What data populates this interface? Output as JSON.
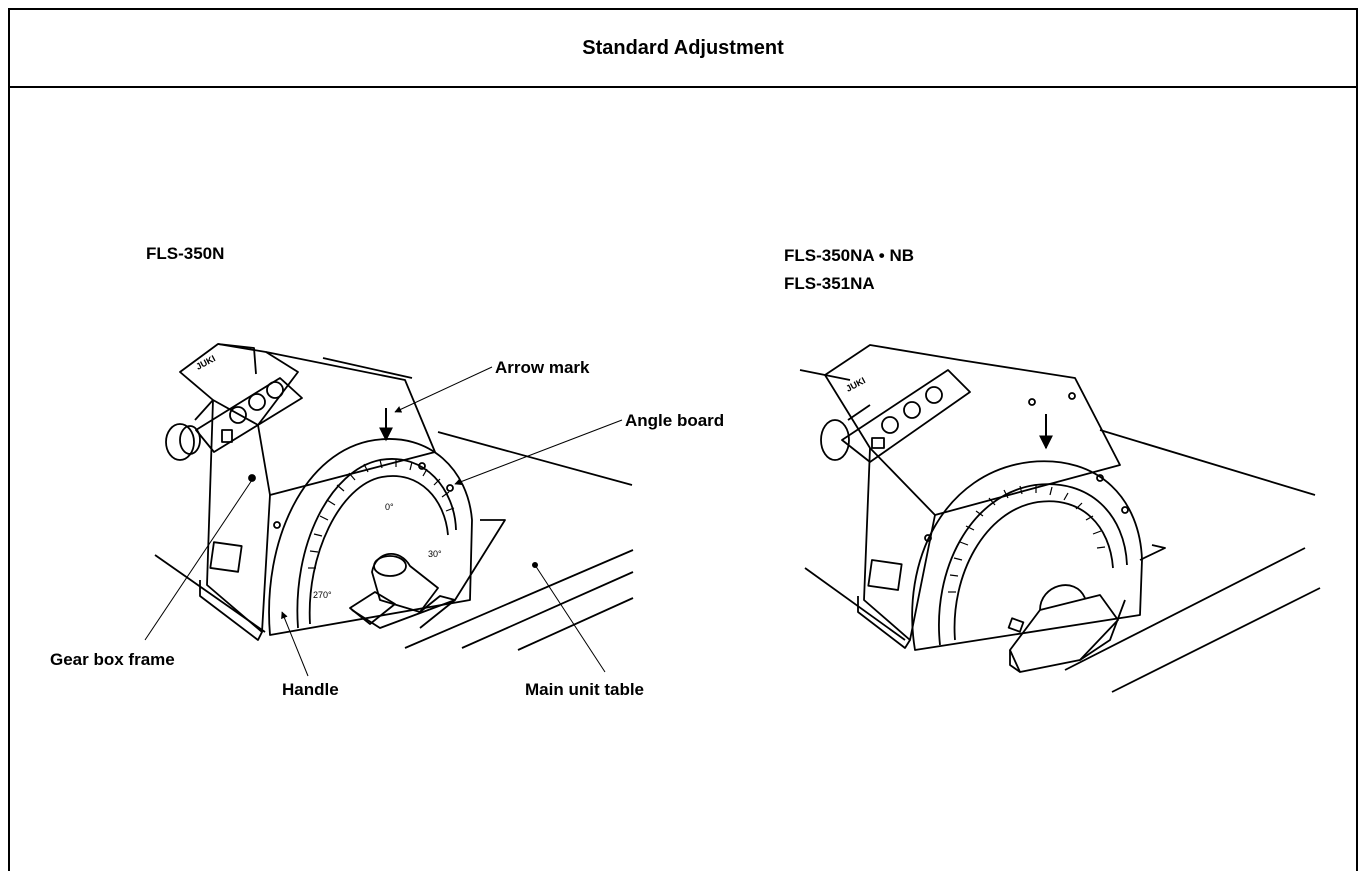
{
  "header": {
    "title": "Standard Adjustment"
  },
  "left_figure": {
    "model": "FLS-350N",
    "callouts": {
      "arrow_mark": "Arrow mark",
      "angle_board": "Angle board",
      "gear_box_frame": "Gear box frame",
      "handle": "Handle",
      "main_unit_table": "Main unit table"
    },
    "brand_text": "JUKI",
    "dial_ticks": [
      "0°",
      "30°",
      "270°"
    ]
  },
  "right_figure": {
    "model_line1": "FLS-350NA • NB",
    "model_line2": "FLS-351NA",
    "brand_text": "JUKI"
  },
  "colors": {
    "line": "#000000",
    "background": "#ffffff"
  }
}
